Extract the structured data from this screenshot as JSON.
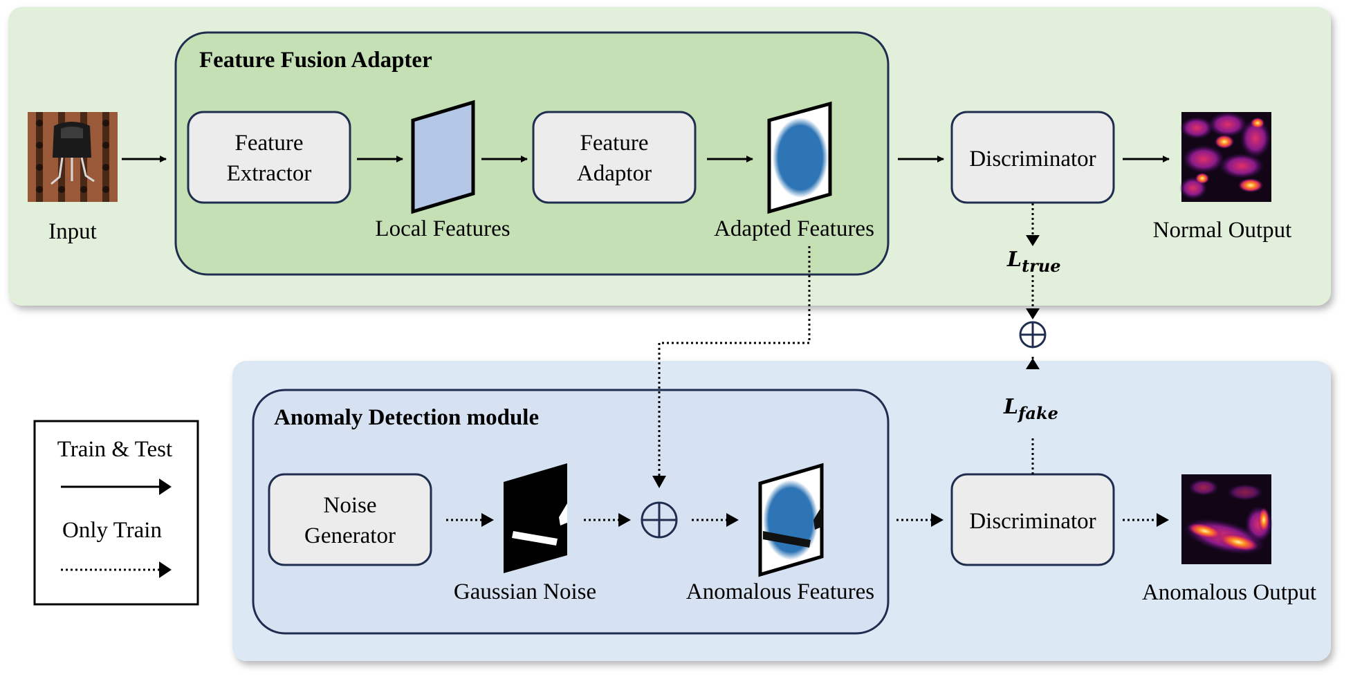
{
  "colors": {
    "top_panel": "#e2efdb",
    "top_inner": "#c5e0b4",
    "bottom_panel": "#dde8f5",
    "bottom_inner": "#d6e1f2",
    "box_fill": "#ececec",
    "box_stroke": "#1f2d4f",
    "local_feature_fill": "#b4c7e7",
    "adapted_blob": "#2e75b6"
  },
  "top": {
    "title": "Feature Fusion Adapter",
    "input_label": "Input",
    "feature_extractor": [
      "Feature",
      "Extractor"
    ],
    "local_features_label": "Local Features",
    "feature_adaptor": [
      "Feature",
      "Adaptor"
    ],
    "adapted_features_label": "Adapted Features",
    "discriminator": "Discriminator",
    "normal_output_label": "Normal Output"
  },
  "losses": {
    "true_main": "L",
    "true_sub": "true",
    "fake_main": "L",
    "fake_sub": "fake"
  },
  "bottom": {
    "title": "Anomaly Detection module",
    "noise_generator": [
      "Noise",
      "Generator"
    ],
    "gaussian_noise_label": "Gaussian Noise",
    "anomalous_features_label": "Anomalous Features",
    "discriminator": "Discriminator",
    "anomalous_output_label": "Anomalous Output"
  },
  "legend": {
    "train_test": "Train & Test",
    "only_train": "Only Train"
  },
  "icons": [
    "input-image",
    "heatmap-icon",
    "oplus-icon"
  ]
}
